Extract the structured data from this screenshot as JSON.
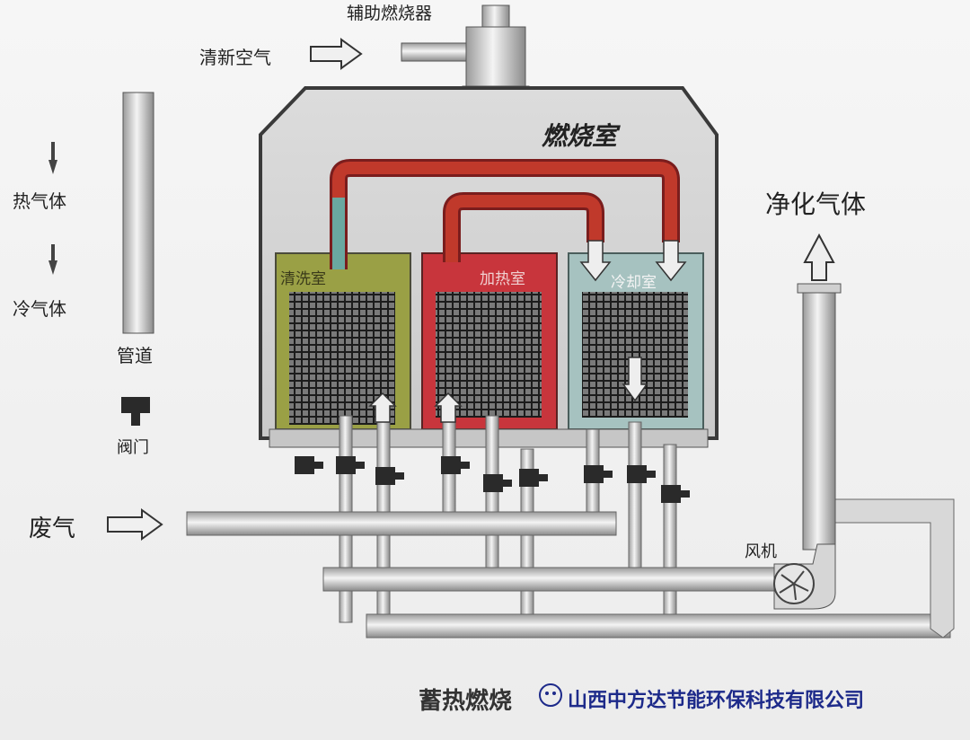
{
  "labels": {
    "aux_burner": "辅助燃烧器",
    "fresh_air": "清新空气",
    "combustion_chamber": "燃烧室",
    "hot_gas": "热气体",
    "cold_gas": "冷气体",
    "pipe": "管道",
    "valve": "阀门",
    "purified_gas": "净化气体",
    "waste_gas": "废气",
    "fan": "风机",
    "purge_room": "清洗室",
    "heating_room": "加热室",
    "cooling_room": "冷却室",
    "caption": "蓄热燃烧",
    "company": "山西中方达节能环保科技有限公司"
  },
  "colors": {
    "purge_room": "#9aa045",
    "heating_room": "#c8353c",
    "cooling_room": "#9fbfbf",
    "hot_pipe": "#c0392b",
    "cool_pipe": "#6aa8a0",
    "shell": "#d4d4d4",
    "outline": "#3a3a3a",
    "company_text": "#1d2a8a"
  },
  "icons": [
    "burner-icon",
    "arrow-right-icon",
    "arrow-up-icon",
    "arrow-down-icon",
    "valve-icon",
    "fan-icon",
    "wechat-icon"
  ]
}
